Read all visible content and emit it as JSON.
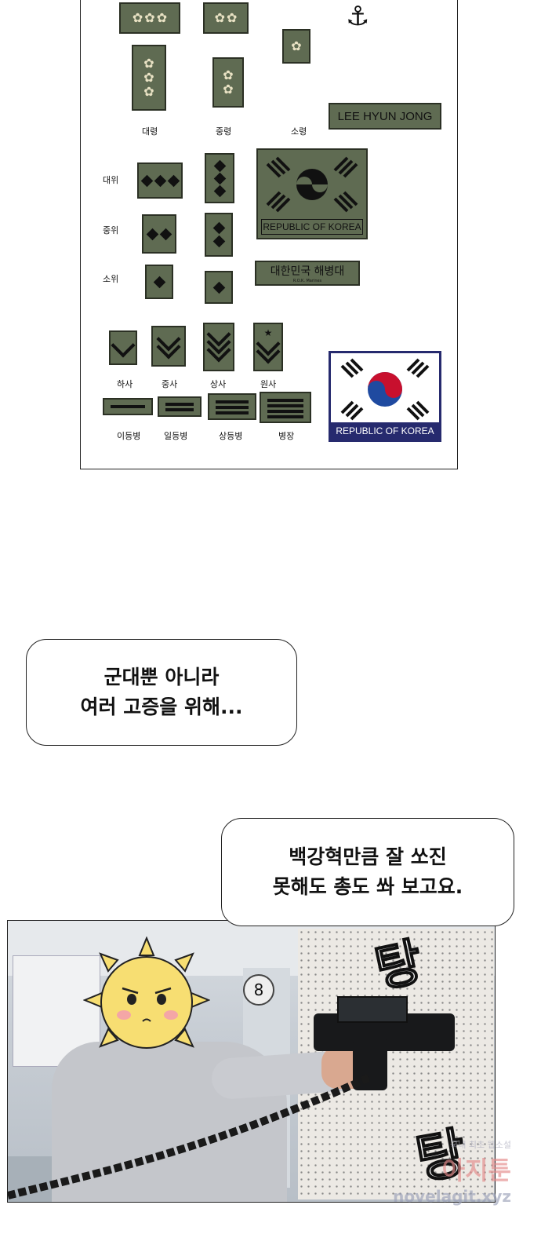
{
  "sheet": {
    "ranks": {
      "colonel": "대령",
      "lt_colonel": "중령",
      "major": "소령",
      "captain": "대위",
      "first_lt": "중위",
      "second_lt": "소위",
      "staff_sgt": "하사",
      "sgt_first": "중사",
      "master_sgt": "상사",
      "sgt_major": "원사",
      "private_2": "이등병",
      "private_1": "일등병",
      "corporal": "상등병",
      "sergeant": "병장"
    },
    "name_tag": "LEE HYUN JONG",
    "flag_patch_caption": "REPUBLIC OF KOREA",
    "marines_patch_title": "대한민국 해병대",
    "marines_patch_sub": "R.O.K. Marines",
    "flag_color_caption": "REPUBLIC OF KOREA"
  },
  "bubble1": {
    "line1": "군대뿐 아니라",
    "line2": "여러 고증을 위해..."
  },
  "bubble2": {
    "line1": "백강혁만큼 잘 쏘진",
    "line2": "못해도 총도 쏴 보고요."
  },
  "photo": {
    "lane_number": "8",
    "sfx1": "탕",
    "sfx2": "탕"
  },
  "watermark": {
    "line1": "국내 최초 웹소설",
    "line2": "아지툰",
    "line3": "novelagit.xyz"
  },
  "colors": {
    "olive": "#5f6b52",
    "navy": "#262a6e",
    "flag_red": "#c8102e",
    "flag_blue": "#1f4aa0"
  }
}
